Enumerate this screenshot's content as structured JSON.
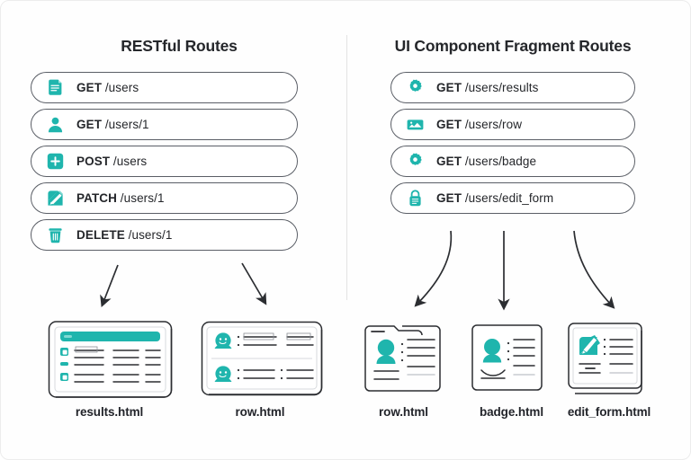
{
  "theme": {
    "accent": "#1fb5ad",
    "accent_dark": "#16a39b",
    "ink": "#24262a",
    "outline": "#5a5e66",
    "line": "#2b2d31",
    "muted": "#c9ccd1",
    "background": "#fefefe",
    "divider": "#e3e3e3"
  },
  "columns": [
    {
      "id": "restful",
      "title": "RESTful Routes",
      "routes": [
        {
          "icon": "document-icon",
          "verb": "GET",
          "path": "/users"
        },
        {
          "icon": "user-icon",
          "verb": "GET",
          "path": "/users/1"
        },
        {
          "icon": "plus-icon",
          "verb": "POST",
          "path": "/users"
        },
        {
          "icon": "pencil-icon",
          "verb": "PATCH",
          "path": "/users/1"
        },
        {
          "icon": "trash-icon",
          "verb": "DELETE",
          "path": "/users/1"
        }
      ]
    },
    {
      "id": "fragments",
      "title": "UI Component Fragment Routes",
      "routes": [
        {
          "icon": "gear-icon",
          "verb": "GET",
          "path": "/users/results"
        },
        {
          "icon": "card-icon",
          "verb": "GET",
          "path": "/users/row"
        },
        {
          "icon": "gear-icon",
          "verb": "GET",
          "path": "/users/badge"
        },
        {
          "icon": "lock-icon",
          "verb": "GET",
          "path": "/users/edit_form"
        }
      ]
    }
  ],
  "outputs": [
    {
      "id": "results",
      "label": "results.html",
      "kind": "table-mockup"
    },
    {
      "id": "row-left",
      "label": "row.html",
      "kind": "rows-mockup"
    },
    {
      "id": "row-frag",
      "label": "row.html",
      "kind": "profile-card-mockup"
    },
    {
      "id": "badge",
      "label": "badge.html",
      "kind": "badge-card-mockup"
    },
    {
      "id": "edit-form",
      "label": "edit_form.html",
      "kind": "edit-card-mockup"
    }
  ]
}
